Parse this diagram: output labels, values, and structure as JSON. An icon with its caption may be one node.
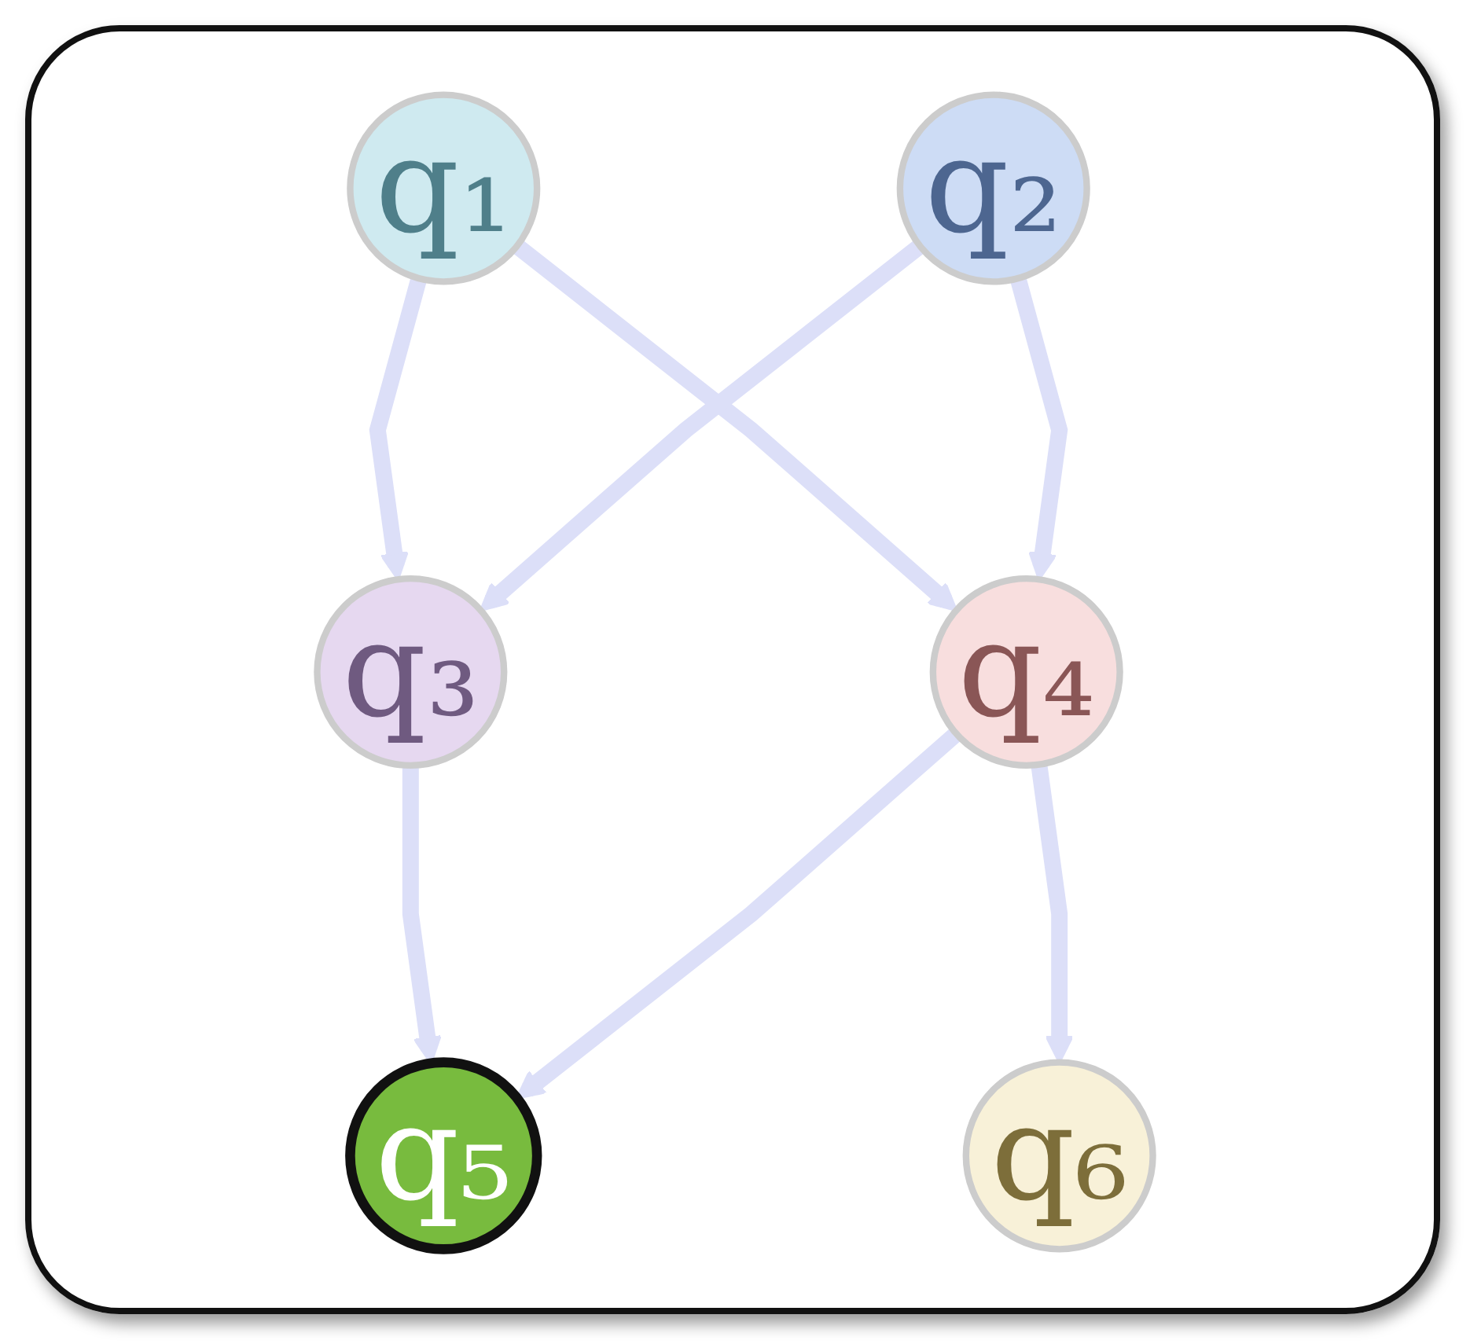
{
  "diagram": {
    "nodes": [
      {
        "text": [
          "q₁"
        ]
      },
      {
        "text": [
          "q₂"
        ]
      },
      {
        "text": [
          "q₃"
        ]
      },
      {
        "text": [
          "q₄"
        ]
      },
      {
        "text": [
          "q₅"
        ]
      },
      {
        "text": [
          "q₆"
        ]
      }
    ],
    "edges": [
      {
        "from": 0,
        "to": 2,
        "arrow": "to"
      },
      {
        "from": 0,
        "to": 3,
        "arrow": "to"
      },
      {
        "from": 1,
        "to": 2,
        "arrow": "to"
      },
      {
        "from": 1,
        "to": 3,
        "arrow": "to"
      },
      {
        "from": 2,
        "to": 4,
        "arrow": "to"
      },
      {
        "from": 3,
        "to": 4,
        "arrow": "to"
      },
      {
        "from": 3,
        "to": 5,
        "arrow": "to"
      }
    ]
  }
}
